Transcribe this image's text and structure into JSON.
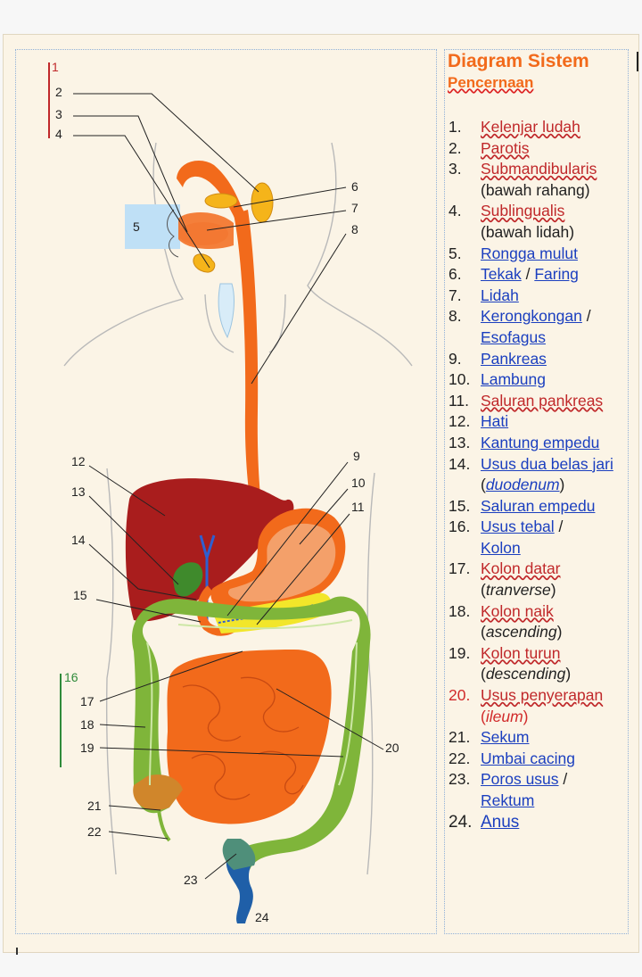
{
  "diagram": {
    "labels": [
      "1",
      "2",
      "3",
      "4",
      "5",
      "6",
      "7",
      "8",
      "9",
      "10",
      "11",
      "12",
      "13",
      "14",
      "15",
      "16",
      "17",
      "18",
      "19",
      "20",
      "21",
      "22",
      "23",
      "24"
    ]
  },
  "legend": {
    "title": "Diagram Sistem",
    "subtitle": "Pencernaan",
    "items": [
      {
        "n": "1.",
        "a": "Kelenjar ludah"
      },
      {
        "n": "2.",
        "a": "Parotis"
      },
      {
        "n": "3.",
        "a": "Submandibularis",
        "b": "(bawah rahang)"
      },
      {
        "n": "4.",
        "a": "Sublingualis",
        "b": "(bawah lidah)"
      },
      {
        "n": "5.",
        "a": "Rongga mulut"
      },
      {
        "n": "6.",
        "a": "Tekak",
        "sep": " / ",
        "c": "Faring"
      },
      {
        "n": "7.",
        "a": "Lidah"
      },
      {
        "n": "8.",
        "a": "Kerongkongan",
        "sep": " / ",
        "c": "Esofagus"
      },
      {
        "n": "9.",
        "a": "Pankreas"
      },
      {
        "n": "10.",
        "a": "Lambung"
      },
      {
        "n": "11.",
        "a": "Saluran pankreas"
      },
      {
        "n": "12.",
        "a": "Hati"
      },
      {
        "n": "13.",
        "a": "Kantung empedu"
      },
      {
        "n": "14.",
        "a": "Usus dua belas jari",
        "open": " (",
        "i": "duodenum",
        "close": ")"
      },
      {
        "n": "15.",
        "a": "Saluran empedu"
      },
      {
        "n": "16.",
        "a": "Usus tebal",
        "sep": " / ",
        "c": "Kolon"
      },
      {
        "n": "17.",
        "a": "Kolon datar",
        "open": "(",
        "i": "tranverse",
        "close": ")"
      },
      {
        "n": "18.",
        "a": "Kolon naik",
        "open": "(",
        "i": "ascending",
        "close": ")"
      },
      {
        "n": "19.",
        "a": "Kolon turun",
        "open": "(",
        "i": "descending",
        "close": ")"
      },
      {
        "n": "20.",
        "a": "Usus penyerapan",
        "open": "(",
        "i": "ileum",
        "close": ")"
      },
      {
        "n": "21.",
        "a": "Sekum"
      },
      {
        "n": "22.",
        "a": "Umbai cacing"
      },
      {
        "n": "23.",
        "a": "Poros usus",
        "sep": " / ",
        "c": "Rektum"
      },
      {
        "n": "24.",
        "a": "Anus"
      }
    ]
  },
  "colors": {
    "orange": "#f26a1b",
    "liver": "#a91d1d",
    "colon": "#7fb53a",
    "stomach": "#f4a06a",
    "pancreas": "#f2e62a",
    "gland": "#f5b41a",
    "mouth_box": "#bfe0f6"
  }
}
